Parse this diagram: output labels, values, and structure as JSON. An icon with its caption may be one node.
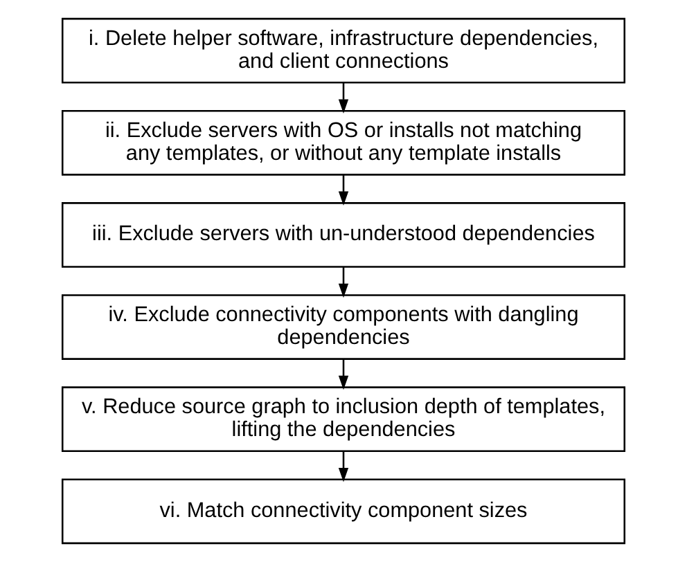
{
  "diagram": {
    "nodes": [
      {
        "text": [
          "i. Delete helper software, infrastructure dependencies, and client connections"
        ]
      },
      {
        "text": [
          "ii. Exclude servers with OS or installs not matching any templates, or without any template installs"
        ]
      },
      {
        "text": [
          "iii. Exclude servers with un-understood dependencies"
        ]
      },
      {
        "text": [
          "iv. Exclude connectivity components with dangling dependencies"
        ]
      },
      {
        "text": [
          "v. Reduce source graph to inclusion depth of templates, lifting the dependencies"
        ]
      },
      {
        "text": [
          "vi. Match connectivity component sizes"
        ]
      }
    ],
    "edges": [
      {
        "from": 0,
        "to": 1,
        "arrow": "to"
      },
      {
        "from": 1,
        "to": 2,
        "arrow": "to"
      },
      {
        "from": 2,
        "to": 3,
        "arrow": "to"
      },
      {
        "from": 3,
        "to": 4,
        "arrow": "to"
      },
      {
        "from": 4,
        "to": 5,
        "arrow": "to"
      }
    ]
  }
}
